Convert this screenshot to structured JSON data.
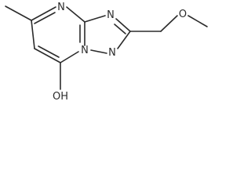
{
  "molecule": {
    "atoms": {
      "n_top": "N",
      "n_right": "N",
      "n_bridge": "N",
      "n_bottom": "N",
      "oxygen": "O",
      "hydroxyl": "OH"
    }
  },
  "colors": {
    "bond": "#2b2b2b",
    "background": "#ffffff"
  }
}
